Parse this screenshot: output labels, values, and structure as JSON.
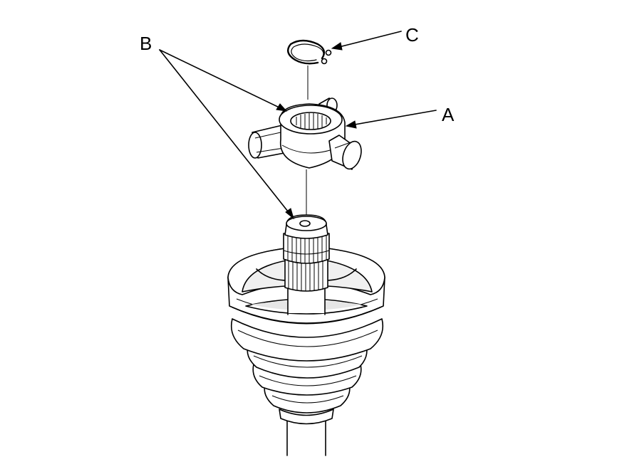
{
  "callouts": {
    "a": "A",
    "b": "B",
    "c": "C"
  },
  "colors": {
    "ink": "#000000",
    "background": "#ffffff",
    "shade": "#e2e2e2"
  }
}
